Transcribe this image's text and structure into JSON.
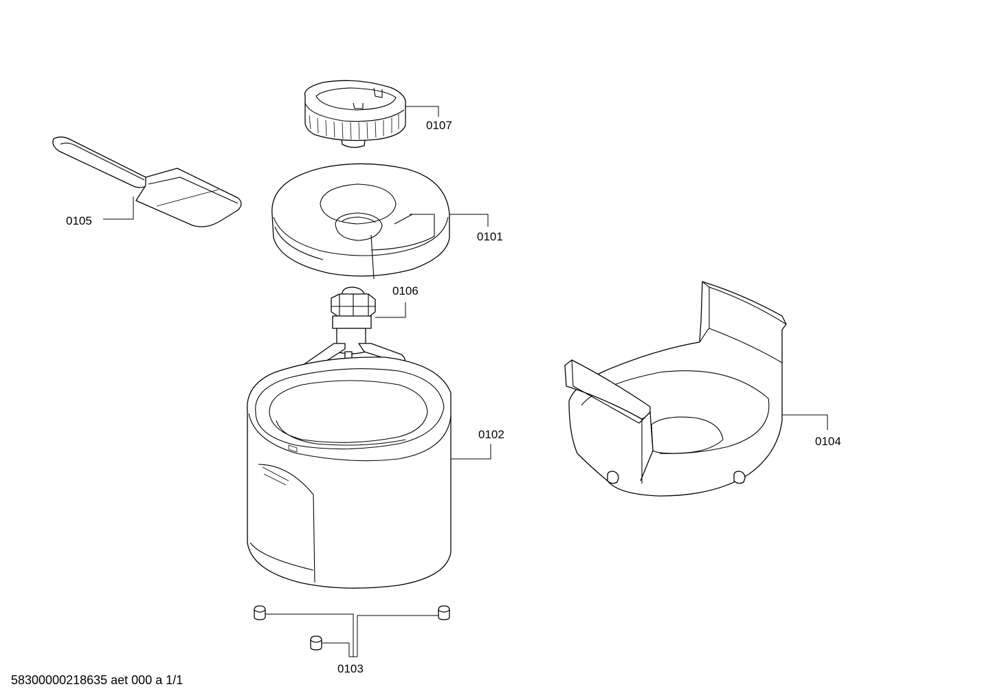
{
  "diagram": {
    "parts": [
      {
        "id": "cap-knob",
        "label": "0107"
      },
      {
        "id": "spatula",
        "label": "0105"
      },
      {
        "id": "lid",
        "label": "0101"
      },
      {
        "id": "dasher",
        "label": "0106"
      },
      {
        "id": "freezer-bowl",
        "label": "0102"
      },
      {
        "id": "outer-housing",
        "label": "0104"
      },
      {
        "id": "feet",
        "label": "0103"
      }
    ],
    "footer": "58300000218635 aet 000 a 1/1"
  },
  "colors": {
    "line": "#000000",
    "background": "#ffffff"
  }
}
